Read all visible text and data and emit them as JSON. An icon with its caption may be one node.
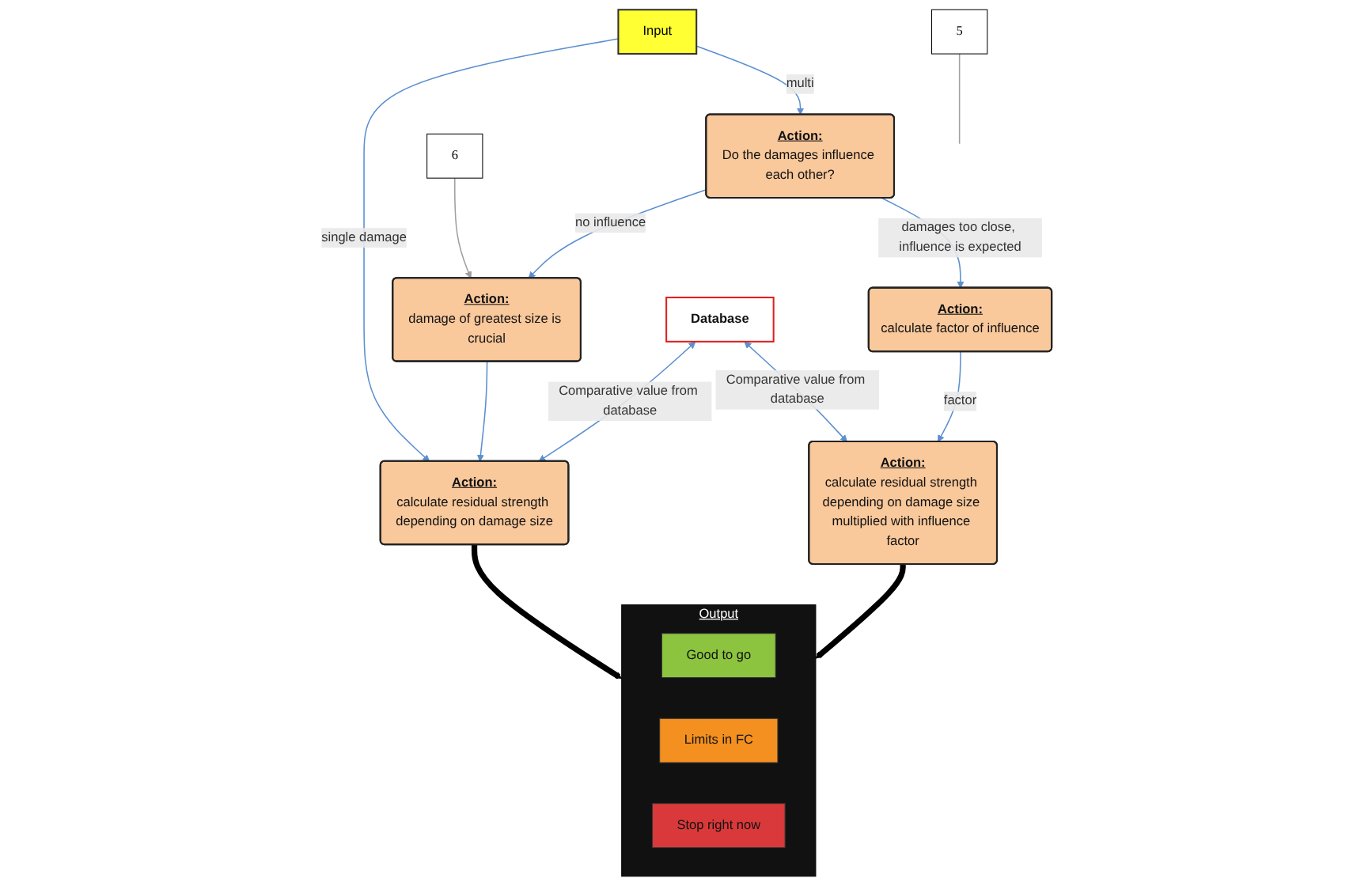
{
  "diagram": {
    "nodes": [
      {
        "text": [
          "Input"
        ]
      },
      {
        "text": [
          "Action:",
          "Do the damages influence each other?"
        ]
      },
      {
        "text": [
          "Action:",
          "damage of greatest size is crucial"
        ]
      },
      {
        "text": [
          "Action:",
          "calculate factor of influence"
        ]
      },
      {
        "text": [
          "Database"
        ]
      },
      {
        "text": [
          "Action:",
          "calculate residual strength depending on damage size"
        ]
      },
      {
        "text": [
          "Action:",
          "calculate residual strength depending on damage size multiplied with influence factor"
        ]
      },
      {
        "text": [
          "Output"
        ]
      },
      {
        "text": [
          "Good to go"
        ],
        "in": 7
      },
      {
        "text": [
          "Limits in FC"
        ],
        "in": 7
      },
      {
        "text": [
          "Stop right now"
        ],
        "in": 7
      },
      {
        "text": [
          "6"
        ]
      },
      {
        "text": [
          "5"
        ]
      }
    ],
    "edges": [
      {
        "from": 0,
        "to": 5,
        "arrow": "to",
        "label": "single damage"
      },
      {
        "from": 0,
        "to": 1,
        "arrow": "to",
        "label": "multi"
      },
      {
        "from": 1,
        "to": 2,
        "arrow": "to",
        "label": "no influence"
      },
      {
        "from": 1,
        "to": 3,
        "arrow": "to",
        "label": "damages too close, influence is expected"
      },
      {
        "from": 2,
        "to": 5,
        "arrow": "to"
      },
      {
        "from": 3,
        "to": 6,
        "arrow": "to",
        "label": "factor"
      },
      {
        "from": 5,
        "to": 4,
        "arrow": "both",
        "label": "Comparative value from database"
      },
      {
        "from": 6,
        "to": 4,
        "arrow": "both",
        "label": "Comparative value from database"
      },
      {
        "from": 5,
        "to": 7,
        "arrow": "to",
        "style": "thick",
        "color": "#000000"
      },
      {
        "from": 6,
        "to": 7,
        "arrow": "to",
        "style": "thick",
        "color": "#000000"
      },
      {
        "from": 11,
        "to": 2,
        "arrow": "to",
        "color": "#a0a0a0"
      },
      {
        "from": 12,
        "to": null,
        "arrow": "none",
        "color": "#a0a0a0"
      }
    ]
  }
}
